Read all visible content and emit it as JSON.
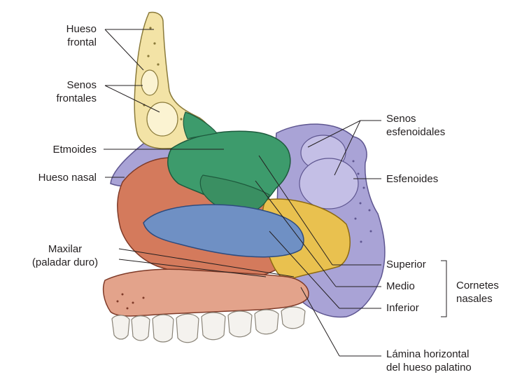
{
  "labels": {
    "hueso_frontal": [
      "Hueso",
      "frontal"
    ],
    "senos_frontales": [
      "Senos",
      "frontales"
    ],
    "etmoides": "Etmoides",
    "hueso_nasal": "Hueso nasal",
    "maxilar": [
      "Maxilar",
      "(paladar duro)"
    ],
    "senos_esfenoidales": [
      "Senos",
      "esfenoidales"
    ],
    "esfenoides": "Esfenoides",
    "cornete_superior": "Superior",
    "cornete_medio": "Medio",
    "cornete_inferior": "Inferior",
    "cornetes_nasales": [
      "Cornetes",
      "nasales"
    ],
    "lamina_horizontal": [
      "Lámina horizontal",
      "del hueso palatino"
    ]
  },
  "colors": {
    "frontal_bone": "#f3e3a6",
    "ethmoid": "#3d9b6c",
    "sphenoid": "#a9a3d6",
    "maxilla": "#d47a5c",
    "inferior_concha": "#6f90c4",
    "palatine": "#e9c14f",
    "teeth": "#f4f2ee",
    "leader_line": "#231f20"
  }
}
